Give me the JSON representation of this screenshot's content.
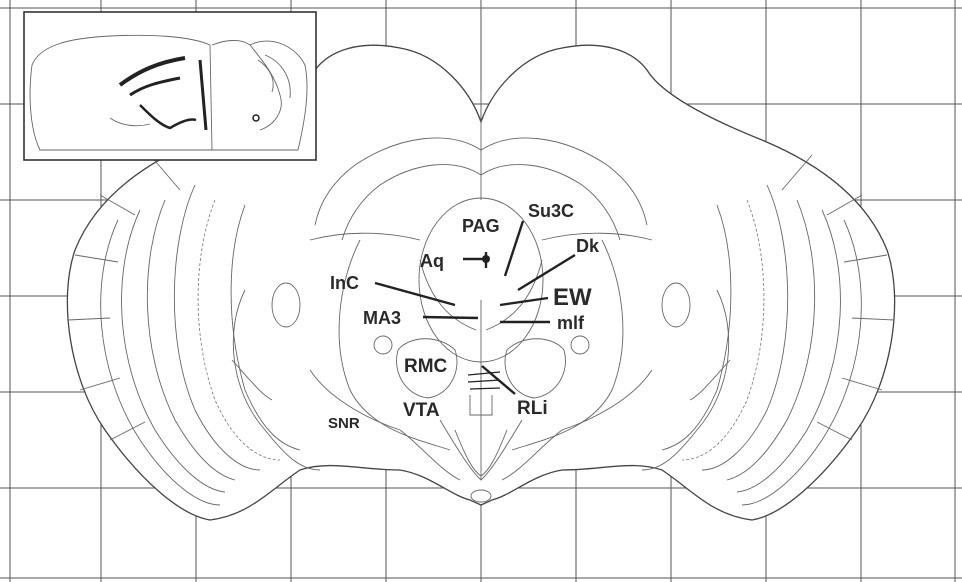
{
  "diagram": {
    "labels": {
      "pag": "PAG",
      "su3c": "Su3C",
      "aq": "Aq",
      "dk": "Dk",
      "inc": "InC",
      "ew": "EW",
      "ma3": "MA3",
      "mlf": "mlf",
      "rmc": "RMC",
      "snr": "SNR",
      "vta": "VTA",
      "rli": "RLi"
    }
  }
}
